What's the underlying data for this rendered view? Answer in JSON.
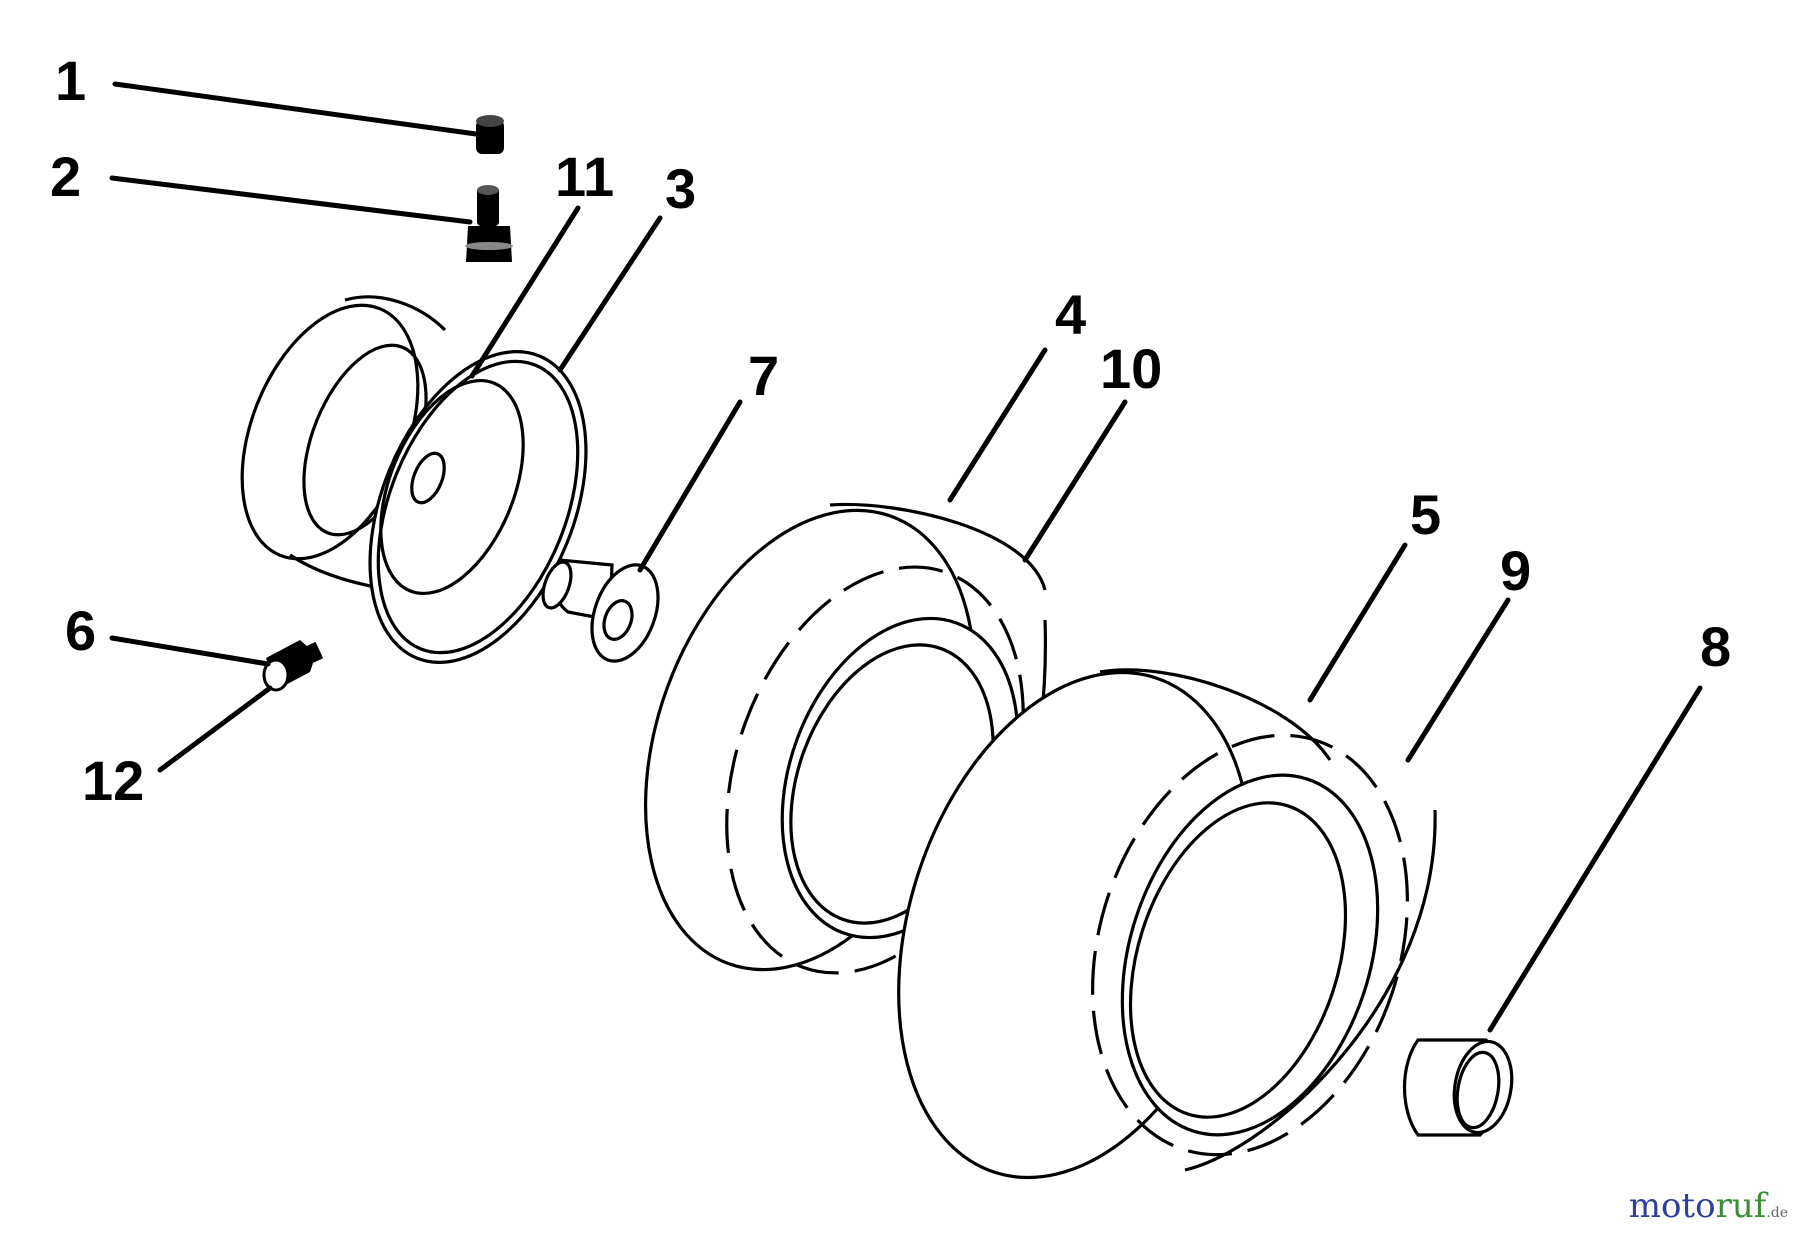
{
  "labels": {
    "p1": "1",
    "p2": "2",
    "p3": "3",
    "p4": "4",
    "p5": "5",
    "p6": "6",
    "p7": "7",
    "p8": "8",
    "p9": "9",
    "p10": "10",
    "p11": "11",
    "p12": "12"
  },
  "watermark": {
    "part1": "moto",
    "part2": "ruf",
    "part3": ".de"
  },
  "colors": {
    "line": "#000000",
    "background": "#ffffff",
    "watermark_blue": "#2e3f9a",
    "watermark_green": "#3a8c36"
  }
}
